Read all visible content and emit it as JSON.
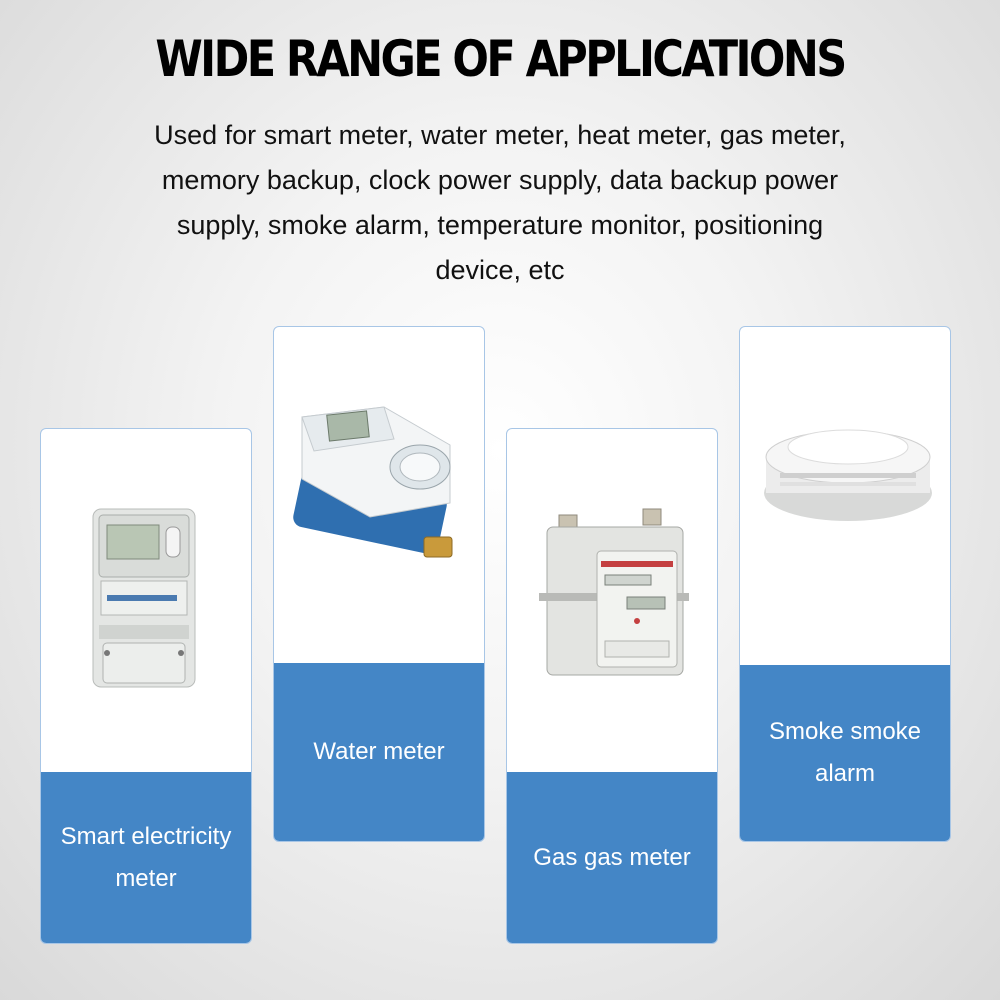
{
  "header": {
    "title": "WIDE RANGE OF APPLICATIONS",
    "description": "Used for smart meter, water meter, heat meter, gas meter, memory backup, clock power supply, data backup power supply, smoke alarm, temperature monitor, positioning device, etc"
  },
  "cards": [
    {
      "label": "Smart electricity meter",
      "icon": "electricity-meter-icon"
    },
    {
      "label": "Water meter",
      "icon": "water-meter-icon"
    },
    {
      "label": "Gas gas meter",
      "icon": "gas-meter-icon"
    },
    {
      "label": "Smoke smoke alarm",
      "icon": "smoke-alarm-icon"
    }
  ],
  "colors": {
    "label_background": "#4486c6",
    "card_border": "#a8c6e6",
    "title_text": "#000000",
    "label_text": "#ffffff"
  }
}
